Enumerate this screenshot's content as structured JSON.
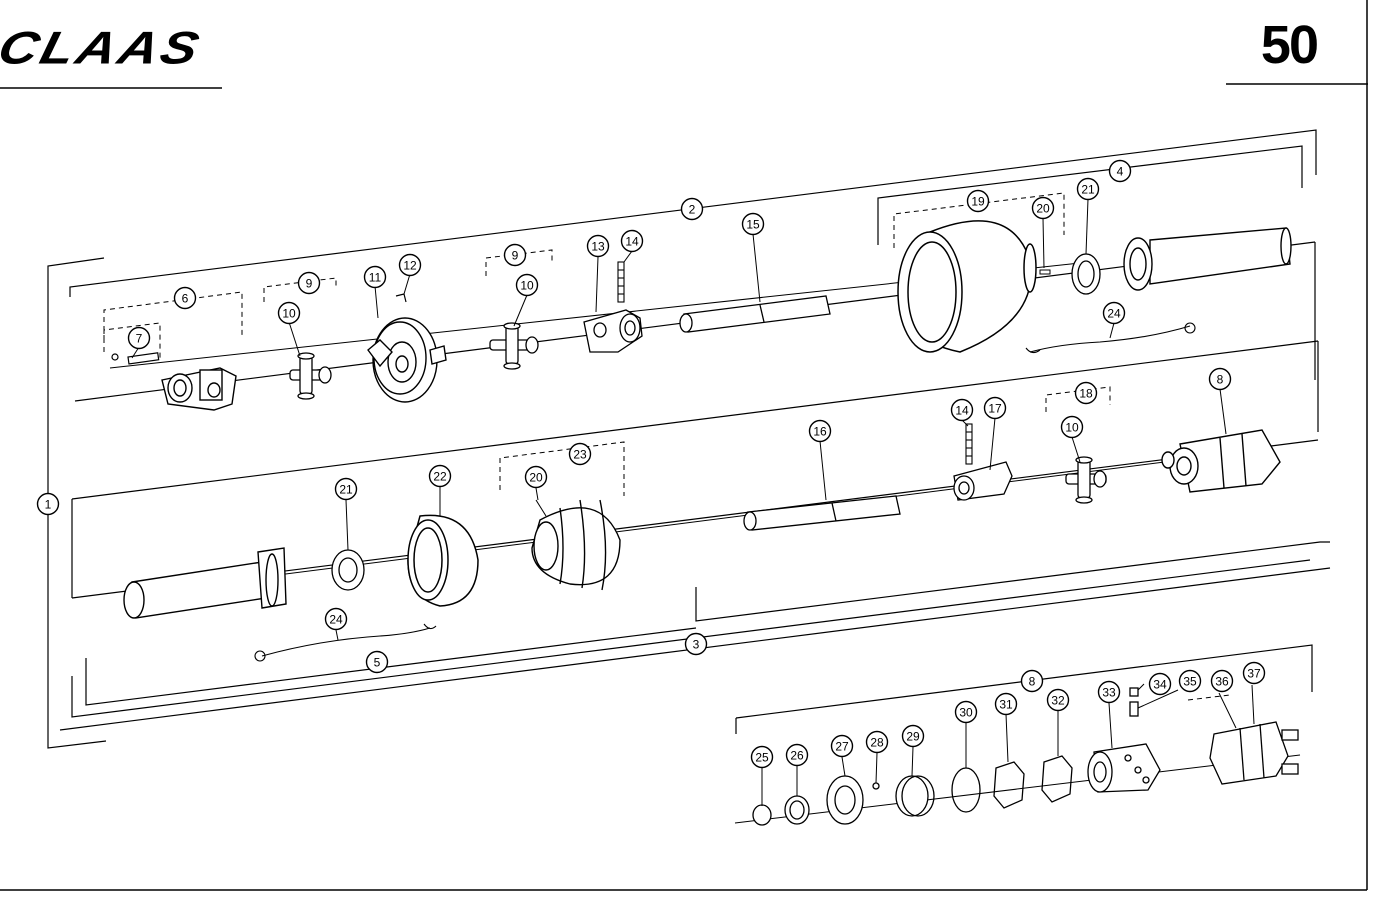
{
  "header": {
    "brand": "CLAAS",
    "page_number": "50"
  },
  "callouts": [
    {
      "id": "c1",
      "label": "1"
    },
    {
      "id": "c2",
      "label": "2"
    },
    {
      "id": "c3",
      "label": "3"
    },
    {
      "id": "c4",
      "label": "4"
    },
    {
      "id": "c5",
      "label": "5"
    },
    {
      "id": "c6",
      "label": "6"
    },
    {
      "id": "c7",
      "label": "7"
    },
    {
      "id": "c8a",
      "label": "8"
    },
    {
      "id": "c8b",
      "label": "8"
    },
    {
      "id": "c9a",
      "label": "9"
    },
    {
      "id": "c9b",
      "label": "9"
    },
    {
      "id": "c10a",
      "label": "10"
    },
    {
      "id": "c10b",
      "label": "10"
    },
    {
      "id": "c10c",
      "label": "10"
    },
    {
      "id": "c11",
      "label": "11"
    },
    {
      "id": "c12",
      "label": "12"
    },
    {
      "id": "c13",
      "label": "13"
    },
    {
      "id": "c14a",
      "label": "14"
    },
    {
      "id": "c14b",
      "label": "14"
    },
    {
      "id": "c15",
      "label": "15"
    },
    {
      "id": "c16",
      "label": "16"
    },
    {
      "id": "c17",
      "label": "17"
    },
    {
      "id": "c18",
      "label": "18"
    },
    {
      "id": "c19",
      "label": "19"
    },
    {
      "id": "c20a",
      "label": "20"
    },
    {
      "id": "c20b",
      "label": "20"
    },
    {
      "id": "c21a",
      "label": "21"
    },
    {
      "id": "c21b",
      "label": "21"
    },
    {
      "id": "c22",
      "label": "22"
    },
    {
      "id": "c23",
      "label": "23"
    },
    {
      "id": "c24a",
      "label": "24"
    },
    {
      "id": "c24b",
      "label": "24"
    },
    {
      "id": "c25",
      "label": "25"
    },
    {
      "id": "c26",
      "label": "26"
    },
    {
      "id": "c27",
      "label": "27"
    },
    {
      "id": "c28",
      "label": "28"
    },
    {
      "id": "c29",
      "label": "29"
    },
    {
      "id": "c30",
      "label": "30"
    },
    {
      "id": "c31",
      "label": "31"
    },
    {
      "id": "c32",
      "label": "32"
    },
    {
      "id": "c33",
      "label": "33"
    },
    {
      "id": "c34",
      "label": "34"
    },
    {
      "id": "c35",
      "label": "35"
    },
    {
      "id": "c36",
      "label": "36"
    },
    {
      "id": "c37",
      "label": "37"
    }
  ]
}
